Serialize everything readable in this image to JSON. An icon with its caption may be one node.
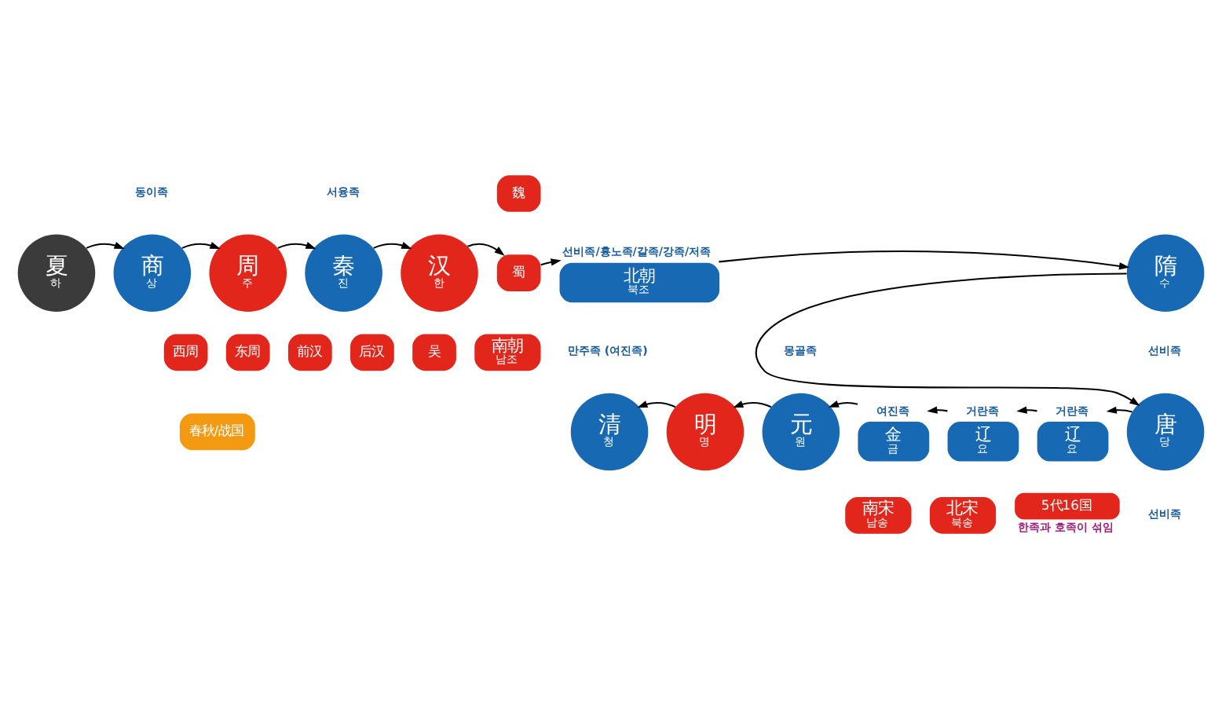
{
  "diagram": {
    "nodes": [
      {
        "text": [
          "夏",
          "하"
        ]
      },
      {
        "text": [
          "商",
          "상"
        ],
        "beside": [
          "동이족"
        ]
      },
      {
        "text": [
          "周",
          "주"
        ]
      },
      {
        "text": [
          "西周"
        ]
      },
      {
        "text": [
          "东周"
        ]
      },
      {
        "text": [
          "春秋/战国"
        ]
      },
      {
        "text": [
          "秦",
          "진"
        ],
        "beside": [
          "서융족"
        ]
      },
      {
        "text": [
          "汉",
          "한"
        ]
      },
      {
        "text": [
          "前汉"
        ]
      },
      {
        "text": [
          "后汉"
        ]
      },
      {
        "text": [
          "魏"
        ]
      },
      {
        "text": [
          "蜀"
        ]
      },
      {
        "text": [
          "吴"
        ]
      },
      {
        "text": [
          "北朝",
          "북조"
        ],
        "beside": [
          "선비족/흉노족/갈족/강족/저족"
        ]
      },
      {
        "text": [
          "南朝",
          "남조"
        ]
      },
      {
        "text": [
          "隋",
          "수"
        ],
        "beside": [
          "선비족"
        ]
      },
      {
        "text": [
          "唐",
          "당"
        ],
        "beside": [
          "선비족"
        ]
      },
      {
        "text": [
          "辽",
          "요"
        ],
        "beside": [
          "거란족"
        ]
      },
      {
        "text": [
          "5代16国"
        ],
        "beside": [
          "한족과 호족이 섞임"
        ]
      },
      {
        "text": [
          "辽",
          "요"
        ],
        "beside": [
          "거란족"
        ]
      },
      {
        "text": [
          "北宋",
          "북송"
        ]
      },
      {
        "text": [
          "金",
          "금"
        ],
        "beside": [
          "여진족"
        ]
      },
      {
        "text": [
          "南宋",
          "남송"
        ]
      },
      {
        "text": [
          "元",
          "원"
        ],
        "beside": [
          "몽골족"
        ]
      },
      {
        "text": [
          "明",
          "명"
        ]
      },
      {
        "text": [
          "清",
          "청"
        ],
        "beside": [
          "만주족 (여진족)"
        ]
      }
    ],
    "edges": [
      {
        "from": 0,
        "to": 1,
        "arrow": "to"
      },
      {
        "from": 1,
        "to": 2,
        "arrow": "to"
      },
      {
        "from": 2,
        "to": 6,
        "arrow": "to"
      },
      {
        "from": 6,
        "to": 7,
        "arrow": "to"
      },
      {
        "from": 7,
        "to": 11,
        "arrow": "to"
      },
      {
        "from": 11,
        "to": 13,
        "arrow": "to"
      },
      {
        "from": 13,
        "to": 15,
        "arrow": "to"
      },
      {
        "from": 15,
        "to": 16,
        "arrow": "to"
      },
      {
        "from": 16,
        "to": 17,
        "arrow": "to"
      },
      {
        "from": 17,
        "to": 19,
        "arrow": "to"
      },
      {
        "from": 19,
        "to": 21,
        "arrow": "to"
      },
      {
        "from": 21,
        "to": 23,
        "arrow": "to"
      },
      {
        "from": 23,
        "to": 24,
        "arrow": "to"
      },
      {
        "from": 24,
        "to": 25,
        "arrow": "to"
      }
    ]
  }
}
